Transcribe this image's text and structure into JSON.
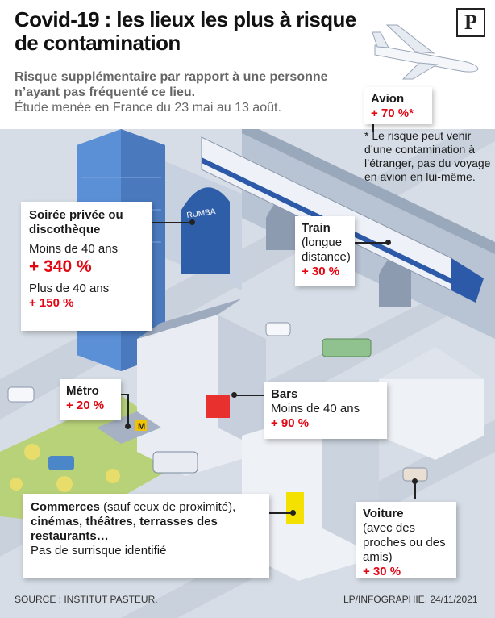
{
  "header": {
    "title": "Covid-19 : les lieux les plus à risque de contamination",
    "subtitle": "Risque supplémentaire par rapport à une personne n’ayant pas fréquenté ce lieu.",
    "study": "Étude menée en France du 23 mai au 13 août.",
    "logo": "P"
  },
  "scene": {
    "sign_text": "RUMBA",
    "metro_sign": "M"
  },
  "places": {
    "avion": {
      "name": "Avion",
      "value": "+ 70 %*"
    },
    "avion_note": "* Le risque peut venir d’une contamination à l’étranger, pas du voyage en avion en lui-même.",
    "soiree": {
      "name": "Soirée privée ou discothèque",
      "group1": "Moins de 40 ans",
      "value1": "+ 340 %",
      "group2": "Plus de 40 ans",
      "value2": "+ 150 %"
    },
    "train": {
      "name": "Train",
      "detail": "(longue distance)",
      "value": "+ 30 %"
    },
    "metro": {
      "name": "Métro",
      "value": "+ 20 %"
    },
    "bars": {
      "name": "Bars",
      "group": "Moins de 40 ans",
      "value": "+ 90 %"
    },
    "commerces": {
      "name": "Commerces",
      "detail": "(sauf ceux de proximité),",
      "list": "cinémas, théâtres, terrasses des restaurants…",
      "result": "Pas de surrisque identifié"
    },
    "voiture": {
      "name": "Voiture",
      "detail": "(avec des proches ou des amis)",
      "value": "+ 30 %"
    }
  },
  "footer": {
    "source": "SOURCE : INSTITUT PASTEUR.",
    "credit": "LP/INFOGRAPHIE. 24/11/2021"
  },
  "colors": {
    "accent_red": "#e30613",
    "building_blue": "#5b8fd6",
    "ground": "#d6dde6",
    "park_green": "#b8d27a"
  }
}
